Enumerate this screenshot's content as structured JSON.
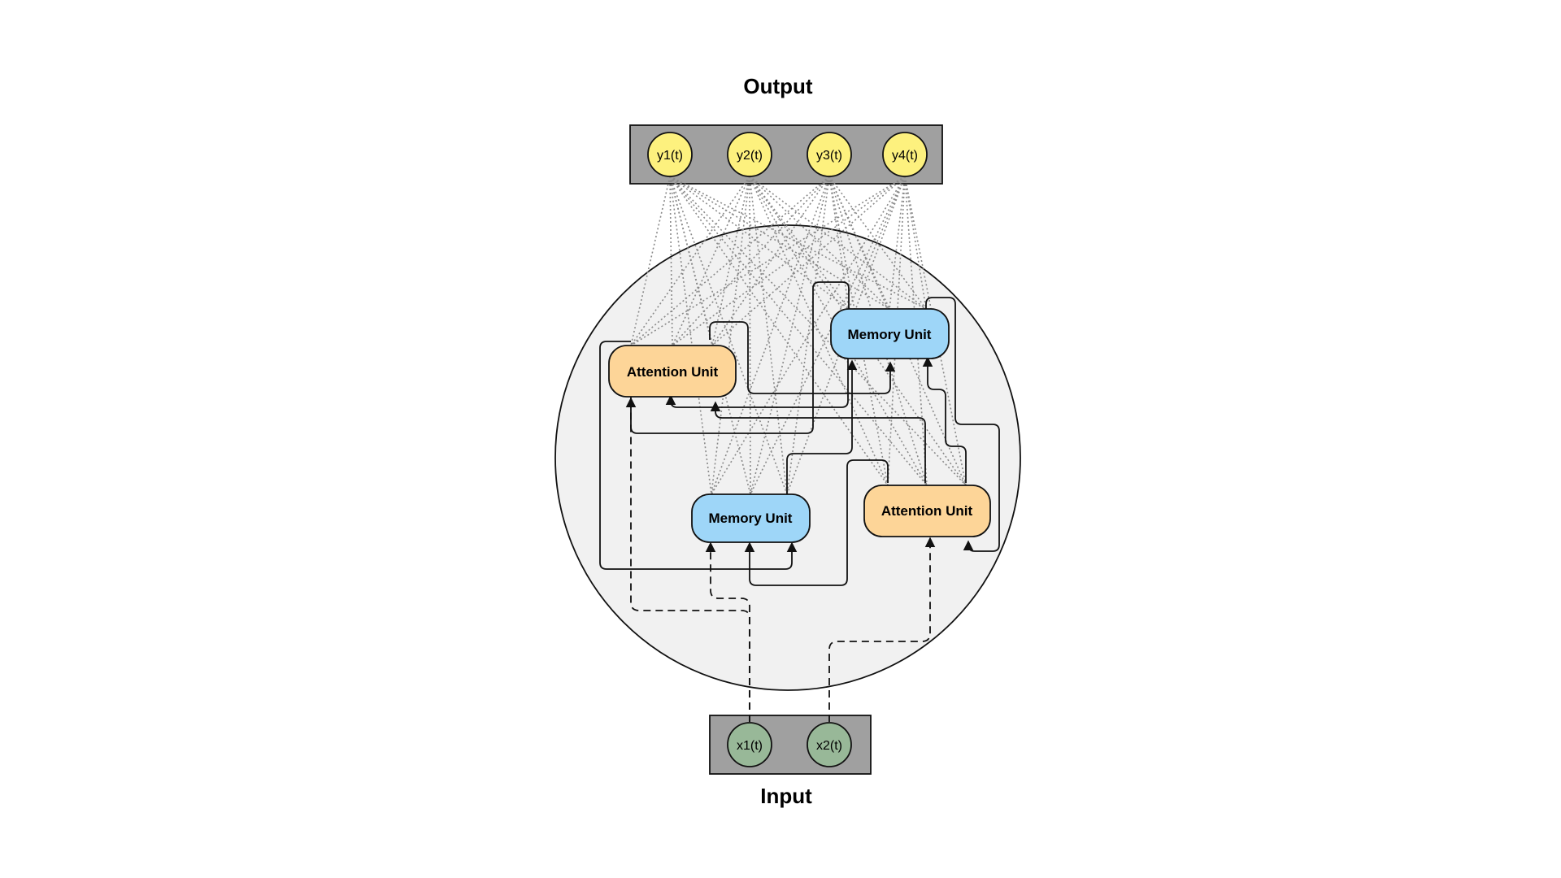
{
  "labels": {
    "output_title": "Output",
    "input_title": "Input"
  },
  "output_nodes": [
    "y1(t)",
    "y2(t)",
    "y3(t)",
    "y4(t)"
  ],
  "input_nodes": [
    "x1(t)",
    "x2(t)"
  ],
  "units": {
    "attention_left": "Attention Unit",
    "memory_top": "Memory Unit",
    "memory_bottom": "Memory Unit",
    "attention_right": "Attention Unit"
  },
  "colors": {
    "output_node": "#fdf17e",
    "input_node": "#98b898",
    "attention_unit": "#fdd598",
    "memory_unit": "#9ed6f8",
    "layer_box": "#a0a0a0",
    "hidden_circle": "#f1f1f1"
  }
}
